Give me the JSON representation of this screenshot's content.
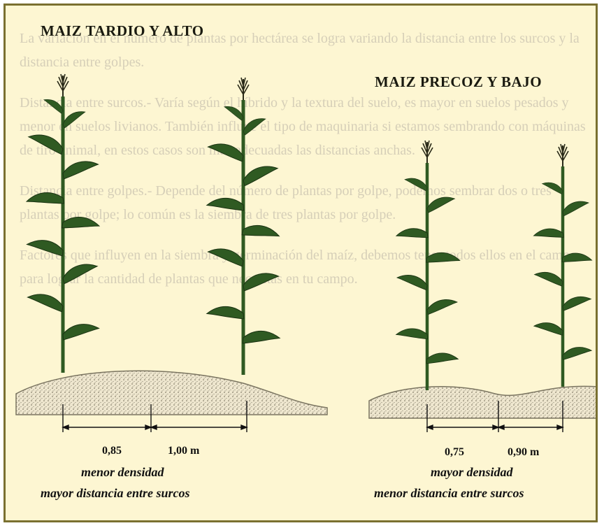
{
  "background_text": [
    "La variación en el número de plantas por hectárea se logra variando la distancia entre los surcos y la distancia entre golpes.",
    "Distancia entre surcos.- Varía según el híbrido y la textura del suelo, es mayor en suelos pesados y menor en suelos livianos. También influye el tipo de maquinaria si estamos sembrando con máquinas de tiro animal, en estos casos son más adecuadas las distancias anchas.",
    "Distancia entre golpes.- Depende del número de plantas por golpe, podemos sembrar dos o tres plantas por golpe; lo común es la siembra de tres plantas por golpe.",
    "Factores que influyen en la siembra y germinación del maíz, debemos tener todos ellos en el campo para lograr la cantidad de plantas que necesitas en tu campo."
  ],
  "left_panel": {
    "title": "MAIZ TARDIO Y ALTO",
    "measure_row": "0,85",
    "measure_plant": "1,00 m",
    "caption_1": "menor densidad",
    "caption_2": "mayor distancia entre surcos"
  },
  "right_panel": {
    "title": "MAIZ PRECOZ Y BAJO",
    "measure_row": "0,75",
    "measure_plant": "0,90 m",
    "caption_1": "mayor densidad",
    "caption_2": "menor distancia entre surcos"
  },
  "colors": {
    "paper": "#fdf6d2",
    "leaf": "#2f5a22",
    "soil": "#e8e0c8",
    "ink": "#111111"
  }
}
